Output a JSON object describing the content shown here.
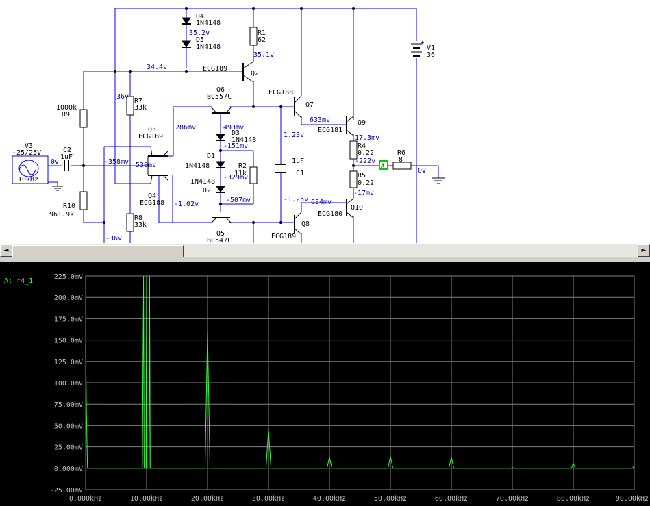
{
  "schematic": {
    "labels": {
      "d4_name": "D4",
      "d4_model": "1N4148",
      "d5_name": "D5",
      "d5_model": "1N4148",
      "v_35_2": "35.2v",
      "r1_name": "R1",
      "r1_value": "62",
      "v_35_1": "35.1v",
      "v1_name": "V1",
      "v1_value": "36",
      "v1_plus": "+",
      "v_34_4": "34.4v",
      "q2_model": "ECG189",
      "q2_name": "Q2",
      "q6_name": "Q6",
      "q6_model": "BC557C",
      "q7_model": "ECG188",
      "q7_name": "Q7",
      "r9_value": "1000k",
      "r9_name": "R9",
      "v_36": "36v",
      "r7_name": "R7",
      "r7_value": "33k",
      "v_286": "286mv",
      "v_493": "493mv",
      "d3_name": "D3",
      "d3_model": "1N4148",
      "v_633": "633mv",
      "q9_name": "Q9",
      "q9_model": "ECG181",
      "v_17_3": "17.3mv",
      "q3_name": "Q3",
      "q3_model": "ECG189",
      "v_1_23": "1.23v",
      "v_151": "-151mv",
      "r4_name": "R4",
      "r4_value": "0.22",
      "v3_name": "V3",
      "v3_value": "-25/25V",
      "c2_name": "C2",
      "c2_value": "1uF",
      "d1_name": "D1",
      "r6_name": "R6",
      "r6_value": "8",
      "v_0_in": "0v",
      "v_358": "-358mv",
      "v_530": "530mv",
      "d1_model": "1N4148",
      "r2_name": "R2",
      "r2_value": "11k",
      "c1_value": "1uF",
      "c1_name": "C1",
      "v_222": "-222v",
      "probe_letter": "A",
      "v_0_out": "0v",
      "v3_freq": "10kHz",
      "d2_model": "1N4148",
      "d2_name": "D2",
      "v_329": "-329mv",
      "r5_name": "R5",
      "r5_value": "0.22",
      "v_17": "-17mv",
      "q4_name": "Q4",
      "q4_model": "ECG188",
      "v_507": "-507mv",
      "v_1_25": "-1.25v",
      "v_634": "634mv",
      "r10_name": "R10",
      "r10_value": "961.9k",
      "v_1_02": "-1.02v",
      "q10_model": "ECG180",
      "q10_name": "Q10",
      "r8_name": "R8",
      "r8_value": "33k",
      "q8_name": "Q8",
      "v_neg36": "-36v",
      "q5_name": "Q5",
      "q5_model": "BC547C",
      "q8_model": "ECG189"
    }
  },
  "scrollbar": {
    "left_arrow": "◄",
    "right_arrow": "►"
  },
  "colors": {
    "wire": "#0000ff",
    "label": "#000080",
    "component": "#000000",
    "trace": "#33ff33",
    "probe": "#00ff00",
    "grid": "#808080",
    "axis_text": "#c0c0c0"
  },
  "chart_data": {
    "type": "line",
    "trace_name": "A: r4_1",
    "xlabel": "",
    "ylabel": "",
    "x_tick_labels": [
      "0.000kHz",
      "10.00kHz",
      "20.00kHz",
      "30.00kHz",
      "40.00kHz",
      "50.00kHz",
      "60.00kHz",
      "70.00kHz",
      "80.00kHz",
      "90.00kHz"
    ],
    "y_tick_labels": [
      "225.0mV",
      "200.0mV",
      "175.0mV",
      "150.0mV",
      "125.0mV",
      "100.0mV",
      "75.00mV",
      "50.00mV",
      "25.00mV",
      "0.000mV",
      "-25.00mV"
    ],
    "xlim": [
      0,
      90
    ],
    "ylim": [
      -25,
      225
    ],
    "x_unit": "kHz",
    "y_unit": "mV",
    "grid": true,
    "series": [
      {
        "name": "A: r4_1",
        "points": [
          [
            0,
            145
          ],
          [
            0.15,
            60
          ],
          [
            0.3,
            0
          ],
          [
            9.3,
            0
          ],
          [
            9.5,
            225
          ],
          [
            9.6,
            0
          ],
          [
            9.9,
            0
          ],
          [
            10.0,
            225
          ],
          [
            10.1,
            0
          ],
          [
            10.4,
            0
          ],
          [
            10.5,
            225
          ],
          [
            10.6,
            0
          ],
          [
            19.6,
            0
          ],
          [
            20.0,
            160
          ],
          [
            20.4,
            0
          ],
          [
            29.6,
            0
          ],
          [
            30.0,
            45
          ],
          [
            30.4,
            0
          ],
          [
            39.6,
            0
          ],
          [
            40.0,
            13
          ],
          [
            40.4,
            0
          ],
          [
            49.6,
            0
          ],
          [
            50.0,
            14
          ],
          [
            50.4,
            0
          ],
          [
            59.6,
            0
          ],
          [
            60.0,
            13
          ],
          [
            60.4,
            0
          ],
          [
            69.7,
            0
          ],
          [
            70.0,
            1
          ],
          [
            70.3,
            0
          ],
          [
            79.7,
            0
          ],
          [
            80.0,
            6
          ],
          [
            80.3,
            0
          ],
          [
            89.7,
            0
          ],
          [
            90.0,
            3
          ]
        ]
      }
    ]
  }
}
